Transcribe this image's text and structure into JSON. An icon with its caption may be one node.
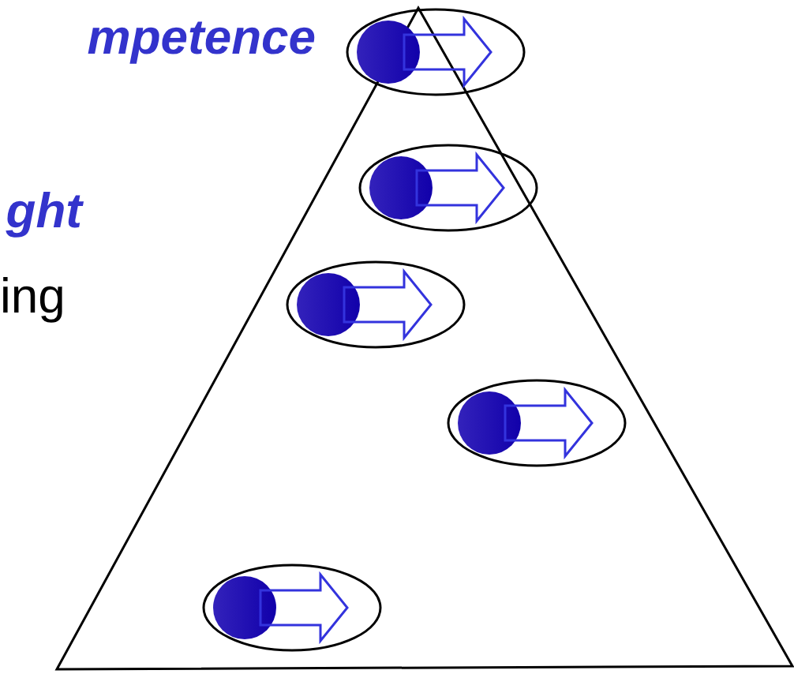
{
  "diagram": {
    "labels": [
      "mpetence",
      "ght",
      "ing"
    ]
  }
}
